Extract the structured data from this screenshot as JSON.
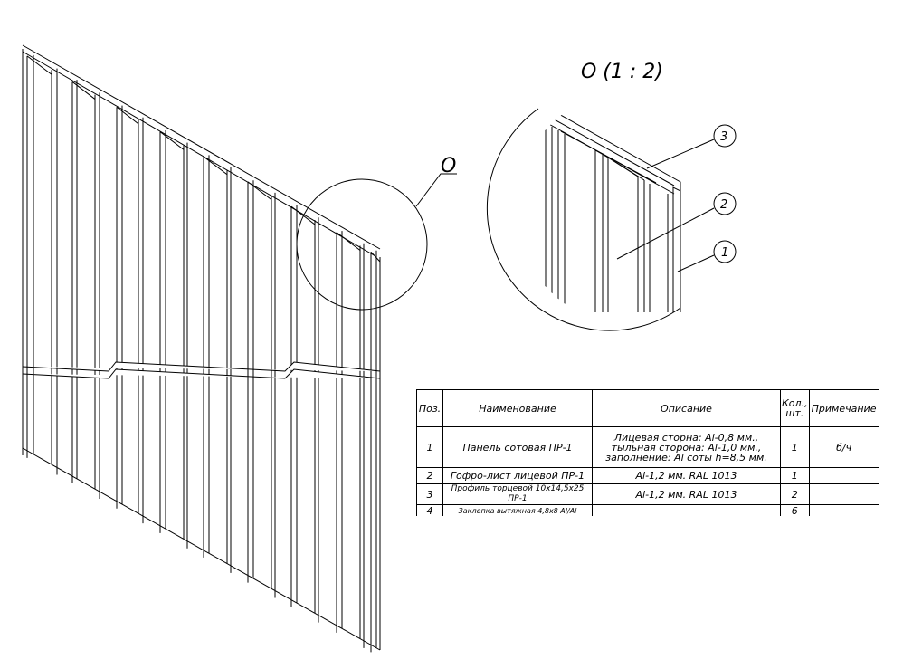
{
  "detail": {
    "callout_label": "O",
    "view_title": "O (1 : 2)",
    "balloons": [
      "3",
      "2",
      "1"
    ]
  },
  "spec_table": {
    "headers": {
      "pos": "Поз.",
      "name": "Наименование",
      "description": "Описание",
      "qty": "Кол., шт.",
      "note": "Примечание"
    },
    "rows": [
      {
        "pos": "1",
        "name": "Панель сотовая ПР-1",
        "description": [
          "Лицевая сторна: Al-0,8 мм.,",
          "тыльная сторона: Al-1,0 мм.,",
          "заполнение: Al соты h=8,5 мм."
        ],
        "qty": "1",
        "note": "б/ч"
      },
      {
        "pos": "2",
        "name": "Гофро-лист лицевой ПР-1",
        "description": [
          "Al-1,2 мм. RAL 1013"
        ],
        "qty": "1",
        "note": ""
      },
      {
        "pos": "3",
        "name": "Профиль торцевой 10х14,5х25 ПР-1",
        "description": [
          "Al-1,2 мм. RAL 1013"
        ],
        "qty": "2",
        "note": ""
      },
      {
        "pos": "4",
        "name": "Заклепка вытяжная 4,8х8 Al/Al",
        "description": [
          ""
        ],
        "qty": "6",
        "note": ""
      }
    ]
  }
}
